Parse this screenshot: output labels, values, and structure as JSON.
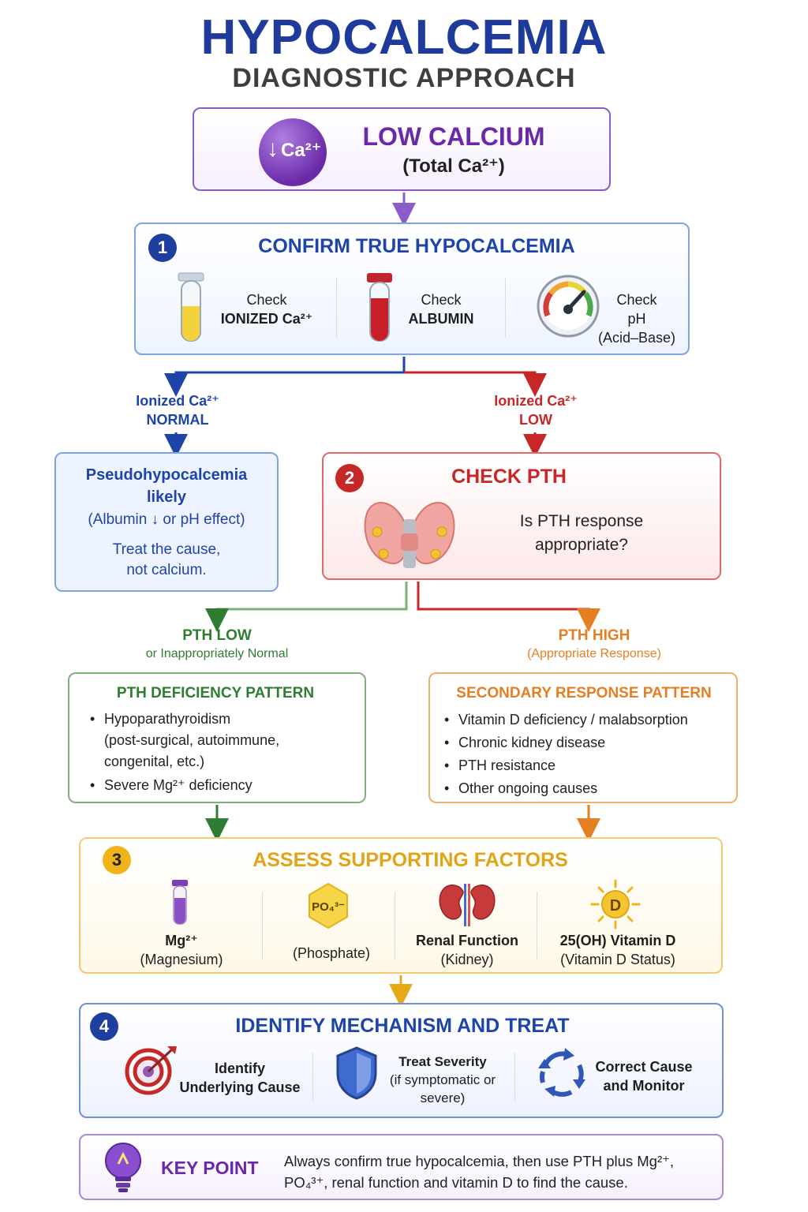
{
  "title": "HYPOCALCEMIA",
  "subtitle": "DIAGNOSTIC APPROACH",
  "start": {
    "icon_text": "Ca²⁺",
    "title": "LOW CALCIUM",
    "subtitle": "(Total Ca²⁺)"
  },
  "step1": {
    "number": "1",
    "title": "CONFIRM TRUE HYPOCALCEMIA",
    "checks": [
      {
        "icon": "yellow-test-tube-icon",
        "line1": "Check",
        "line2": "IONIZED Ca²⁺"
      },
      {
        "icon": "red-test-tube-icon",
        "line1": "Check",
        "line2": "ALBUMIN"
      },
      {
        "icon": "ph-gauge-icon",
        "line1": "Check",
        "line2": "pH",
        "line3": "(Acid–Base)"
      }
    ]
  },
  "branch_normal": {
    "line1": "Ionized Ca²⁺",
    "line2": "NORMAL"
  },
  "branch_low": {
    "line1": "Ionized Ca²⁺",
    "line2": "LOW"
  },
  "pseudo": {
    "line1": "Pseudohypocalcemia",
    "line2": "likely",
    "line3": "(Albumin ↓ or pH effect)",
    "line4": "Treat the cause,",
    "line5": "not calcium."
  },
  "step2": {
    "number": "2",
    "title": "CHECK PTH",
    "icon": "parathyroid-gland-icon",
    "question_line1": "Is PTH response",
    "question_line2": "appropriate?"
  },
  "branch_pth_low": {
    "line1": "PTH LOW",
    "line2": "or Inappropriately Normal"
  },
  "branch_pth_high": {
    "line1": "PTH HIGH",
    "line2": "(Appropriate Response)"
  },
  "deficiency": {
    "title": "PTH DEFICIENCY PATTERN",
    "items": [
      {
        "line1": "Hypoparathyroidism",
        "line2": "(post-surgical, autoimmune,",
        "line3": "congenital, etc.)"
      },
      {
        "line1": "Severe Mg²⁺ deficiency"
      }
    ]
  },
  "secondary": {
    "title": "SECONDARY RESPONSE PATTERN",
    "items": [
      "Vitamin D deficiency / malabsorption",
      "Chronic kidney disease",
      "PTH resistance",
      "Other ongoing causes"
    ]
  },
  "step3": {
    "number": "3",
    "title": "ASSESS SUPPORTING FACTORS",
    "factors": [
      {
        "icon": "magnesium-tube-icon",
        "line1": "Mg²⁺",
        "line2": "(Magnesium)"
      },
      {
        "icon": "phosphate-icon",
        "icon_text": "PO₄³⁻",
        "line1": "",
        "line2": "(Phosphate)"
      },
      {
        "icon": "kidney-icon",
        "line1": "Renal Function",
        "line2": "(Kidney)"
      },
      {
        "icon": "vitamin-d-sun-icon",
        "icon_text": "D",
        "line1": "25(OH) Vitamin D",
        "line2": "(Vitamin D Status)"
      }
    ]
  },
  "step4": {
    "number": "4",
    "title": "IDENTIFY MECHANISM AND TREAT",
    "actions": [
      {
        "icon": "target-icon",
        "line1": "Identify",
        "line2": "Underlying Cause"
      },
      {
        "icon": "shield-icon",
        "line1": "Treat Severity",
        "line2": "(if symptomatic or",
        "line3": "severe)"
      },
      {
        "icon": "cycle-arrows-icon",
        "line1": "Correct Cause",
        "line2": "and Monitor"
      }
    ]
  },
  "key_point": {
    "icon": "lightbulb-icon",
    "label": "KEY POINT",
    "line1": "Always confirm true hypocalcemia, then use PTH plus Mg²⁺,",
    "line2": "PO₄³⁺, renal function and vitamin D to find the cause."
  },
  "colors": {
    "navy": "#1e3a9a",
    "purple": "#6a2aa8",
    "blue": "#1f44a8",
    "red": "#c62828",
    "green": "#2e7d32",
    "orange": "#e67e22",
    "gold": "#e5a91a"
  }
}
